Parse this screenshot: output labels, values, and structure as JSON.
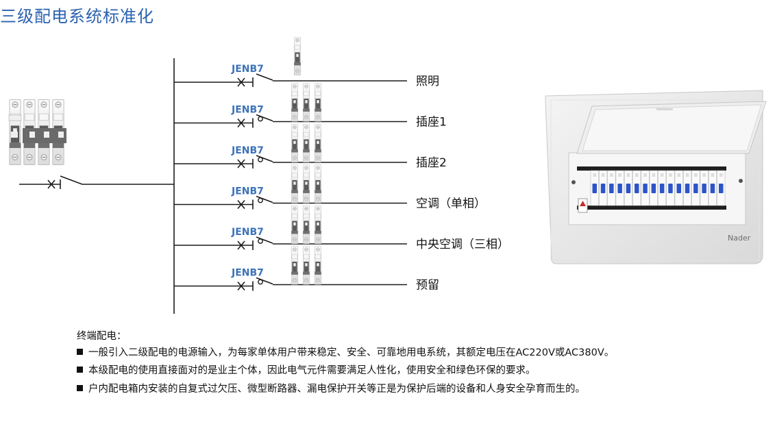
{
  "title": "三级配电系统标准化",
  "breaker_model": "JENB7",
  "circuits": [
    "照明",
    "插座1",
    "插座2",
    "空调（单相）",
    "中央空调（三相）",
    "预留"
  ],
  "notes": {
    "heading": "终端配电：",
    "items": [
      "一般引入二级配电的电源输入，为每家单体用户带来稳定、安全、可靠地用电系统，其额定电压在AC220V或AC380V。",
      "本级配电的使用直接面对的是业主个体，因此电气元件需要满足人性化，使用安全和绿色环保的要求。",
      "户内配电箱内安装的自复式过欠压、微型断路器、漏电保护开关等正是为保护后端的设备和人身安全孕育而生的。"
    ]
  },
  "enclosure_brand": "Nader",
  "colors": {
    "title": "#2a62b0",
    "breaker_label": "#3c72b8",
    "breaker_handle": "#2b55c9",
    "wire": "#1a1a1a"
  },
  "icons": [
    "breaker-4p-icon",
    "breaker-1p-icon",
    "breaker-3p-icon",
    "distribution-box-icon",
    "warning-icon"
  ]
}
